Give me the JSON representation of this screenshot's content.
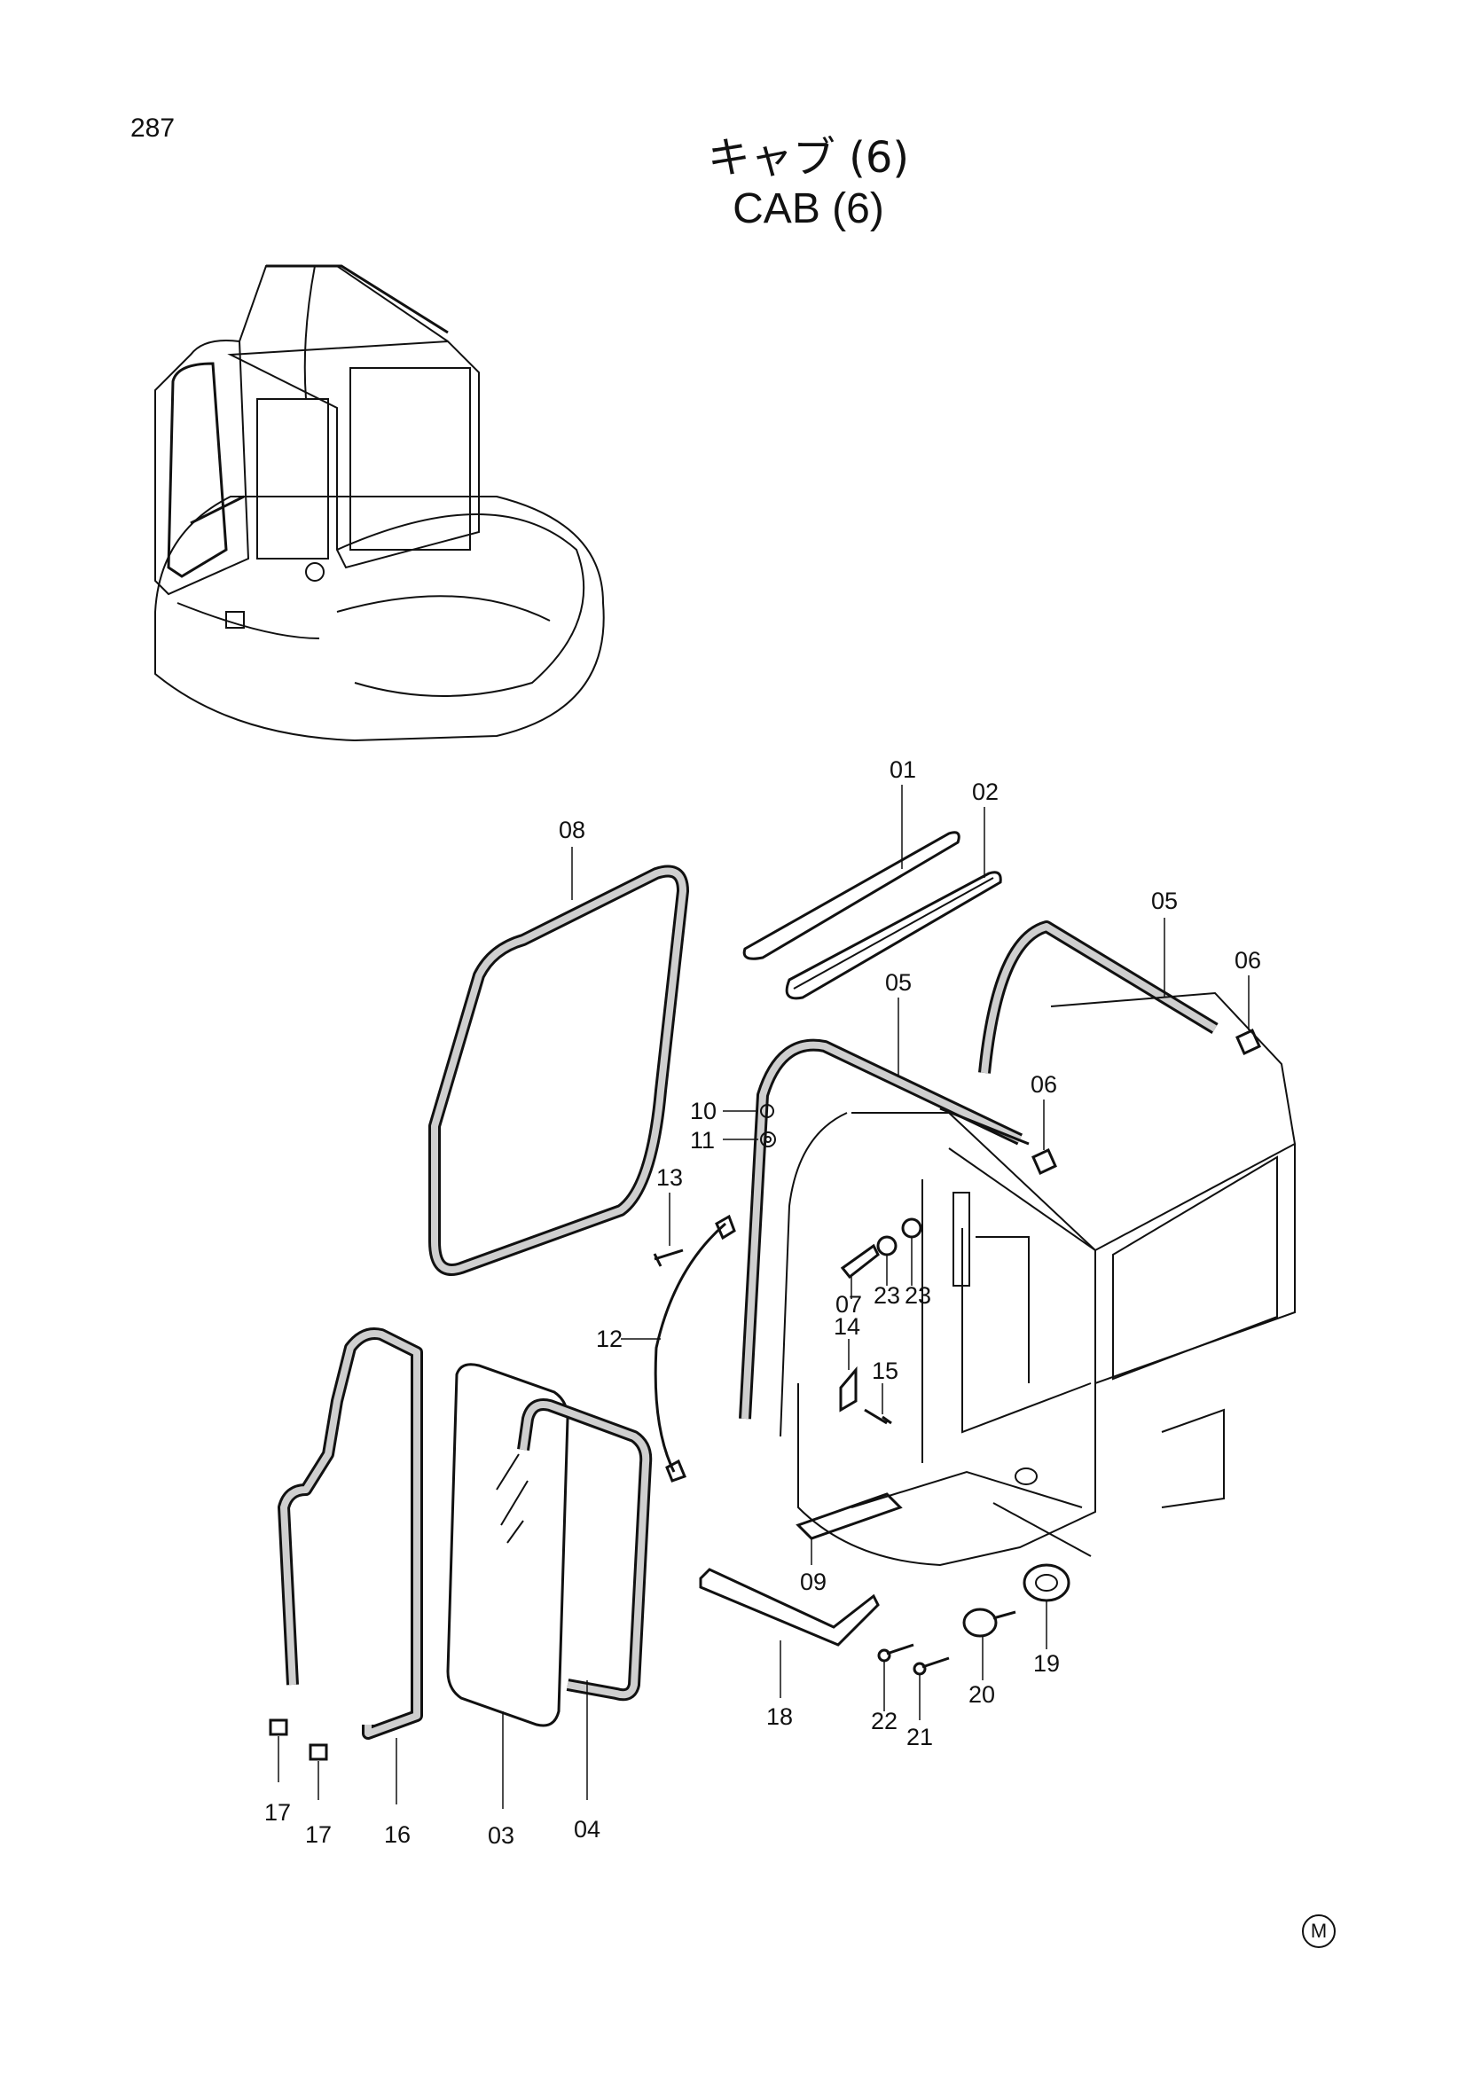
{
  "page_number": "287",
  "title_jp": "キャブ (6)",
  "title_en": "CAB (6)",
  "mark": "M",
  "part_labels": {
    "p01": "01",
    "p02": "02",
    "p03": "03",
    "p04": "04",
    "p05a": "05",
    "p05b": "05",
    "p06a": "06",
    "p06b": "06",
    "p07": "07",
    "p08": "08",
    "p09": "09",
    "p10": "10",
    "p11": "11",
    "p12": "12",
    "p13": "13",
    "p14": "14",
    "p15": "15",
    "p16": "16",
    "p17a": "17",
    "p17b": "17",
    "p18": "18",
    "p19": "19",
    "p20": "20",
    "p21": "21",
    "p22": "22",
    "p23a": "23",
    "p23b": "23"
  }
}
